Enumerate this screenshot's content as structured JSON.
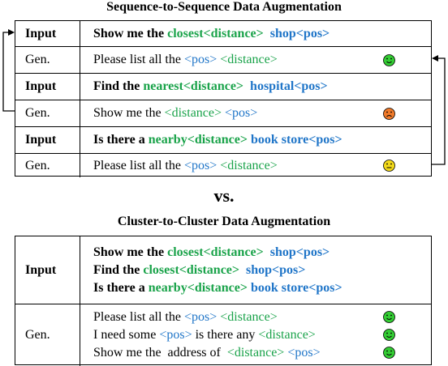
{
  "top": {
    "title": "Sequence-to-Sequence Data Augmentation",
    "rows": [
      {
        "label": "Input",
        "bold": true,
        "segments": [
          {
            "t": "Show me the ",
            "c": ""
          },
          {
            "t": "closest<distance>",
            "c": "g"
          },
          {
            "t": "  ",
            "c": ""
          },
          {
            "t": "shop<pos>",
            "c": "bl"
          }
        ]
      },
      {
        "label": "Gen.",
        "bold": false,
        "face": "happy",
        "segments": [
          {
            "t": "Please list all the ",
            "c": ""
          },
          {
            "t": "<pos>",
            "c": "bl"
          },
          {
            "t": " ",
            "c": ""
          },
          {
            "t": "<distance>",
            "c": "g"
          }
        ]
      },
      {
        "label": "Input",
        "bold": true,
        "segments": [
          {
            "t": "Find the ",
            "c": ""
          },
          {
            "t": "nearest<distance>",
            "c": "g"
          },
          {
            "t": "  ",
            "c": ""
          },
          {
            "t": "hospital<pos>",
            "c": "bl"
          }
        ]
      },
      {
        "label": "Gen.",
        "bold": false,
        "face": "sad",
        "segments": [
          {
            "t": "Show me the ",
            "c": ""
          },
          {
            "t": "<distance>",
            "c": "g"
          },
          {
            "t": " ",
            "c": ""
          },
          {
            "t": "<pos>",
            "c": "bl"
          }
        ]
      },
      {
        "label": "Input",
        "bold": true,
        "segments": [
          {
            "t": "Is there a ",
            "c": ""
          },
          {
            "t": "nearby<distance>",
            "c": "g"
          },
          {
            "t": " ",
            "c": ""
          },
          {
            "t": "book store<pos>",
            "c": "bl"
          }
        ]
      },
      {
        "label": "Gen.",
        "bold": false,
        "face": "neutral",
        "segments": [
          {
            "t": "Please list all the ",
            "c": ""
          },
          {
            "t": "<pos>",
            "c": "bl"
          },
          {
            "t": " ",
            "c": ""
          },
          {
            "t": "<distance>",
            "c": "g"
          }
        ]
      }
    ]
  },
  "vs": "vs.",
  "bottom": {
    "title": "Cluster-to-Cluster Data Augmentation",
    "input_label": "Input",
    "gen_label": "Gen.",
    "inputs": [
      [
        {
          "t": "Show me the ",
          "c": ""
        },
        {
          "t": "closest<distance>",
          "c": "g"
        },
        {
          "t": "  ",
          "c": ""
        },
        {
          "t": "shop<pos>",
          "c": "bl"
        }
      ],
      [
        {
          "t": "Find the ",
          "c": ""
        },
        {
          "t": "closest<distance>",
          "c": "g"
        },
        {
          "t": "  ",
          "c": ""
        },
        {
          "t": "shop<pos>",
          "c": "bl"
        }
      ],
      [
        {
          "t": "Is there a ",
          "c": ""
        },
        {
          "t": "nearby<distance>",
          "c": "g"
        },
        {
          "t": " ",
          "c": ""
        },
        {
          "t": "book store<pos>",
          "c": "bl"
        }
      ]
    ],
    "gens": [
      [
        {
          "t": "Please list all the ",
          "c": ""
        },
        {
          "t": "<pos>",
          "c": "bl"
        },
        {
          "t": " ",
          "c": ""
        },
        {
          "t": "<distance>",
          "c": "g"
        }
      ],
      [
        {
          "t": "I need some ",
          "c": ""
        },
        {
          "t": "<pos>",
          "c": "bl"
        },
        {
          "t": " is there any ",
          "c": ""
        },
        {
          "t": "<distance>",
          "c": "g"
        }
      ],
      [
        {
          "t": "Show me the  address of  ",
          "c": ""
        },
        {
          "t": "<distance>",
          "c": "g"
        },
        {
          "t": " ",
          "c": ""
        },
        {
          "t": "<pos>",
          "c": "bl"
        }
      ]
    ]
  },
  "colors": {
    "green": "#1aa34a",
    "blue": "#1f75c8",
    "happy": "#33cc33",
    "sad": "#f07a2a",
    "neutral": "#f2d91a"
  }
}
